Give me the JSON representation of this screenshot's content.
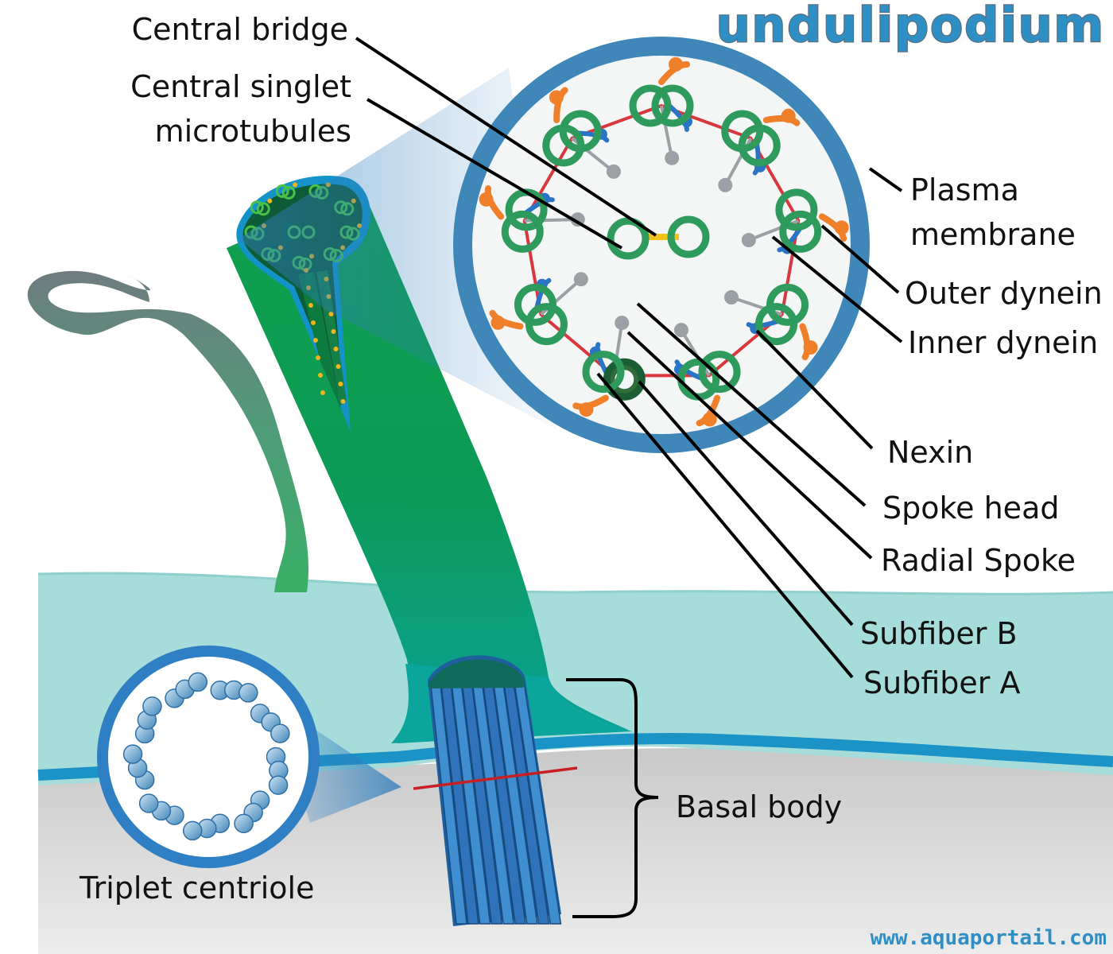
{
  "title": "undulipodium",
  "website": "www.aquaportail.com",
  "labels": {
    "central_bridge": "Central bridge",
    "central_singlet_line1": "Central singlet",
    "central_singlet_line2": "microtubules",
    "plasma_line1": "Plasma",
    "plasma_line2": "membrane",
    "outer_dynein": "Outer dynein",
    "inner_dynein": "Inner dynein",
    "nexin": "Nexin",
    "spoke_head": "Spoke head",
    "radial_spoke": "Radial Spoke",
    "subfiber_b": "Subfiber B",
    "subfiber_a": "Subfiber A",
    "basal_body": "Basal body",
    "triplet_centriole": "Triplet centriole"
  },
  "structure_counts": {
    "axoneme_doublets": 9,
    "central_singlets": 2,
    "centriole_triplets": 9
  },
  "colors": {
    "membrane_blue": "#3f87b8",
    "microtubule_green": "#2e9a5c",
    "outer_dynein_orange": "#f07f2a",
    "inner_dynein_blue": "#2a74c6",
    "nexin_red": "#d8383d",
    "spoke_gray": "#9aa0a4",
    "central_bridge_yellow": "#f2c21b",
    "cytoplasm_cyan": "#a6dcda",
    "flagellum_green": "#0e9f52",
    "basal_body_blue": "#2d6bb3",
    "title_blue": "#2e8fc4"
  }
}
